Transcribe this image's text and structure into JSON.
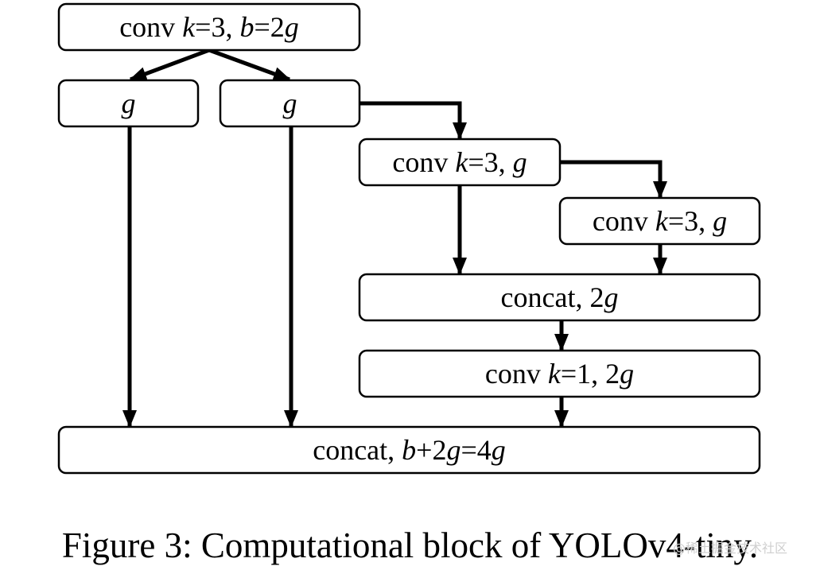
{
  "diagram": {
    "nodes": [
      {
        "id": "conv-k3-b2g",
        "parts": [
          {
            "t": "conv "
          },
          {
            "t": "k",
            "i": true
          },
          {
            "t": "=3, "
          },
          {
            "t": "b",
            "i": true
          },
          {
            "t": "=2"
          },
          {
            "t": "g",
            "i": true
          }
        ]
      },
      {
        "id": "split-g-left",
        "parts": [
          {
            "t": "g",
            "i": true
          }
        ]
      },
      {
        "id": "split-g-right",
        "parts": [
          {
            "t": "g",
            "i": true
          }
        ]
      },
      {
        "id": "conv-k3-g-a",
        "parts": [
          {
            "t": "conv "
          },
          {
            "t": "k",
            "i": true
          },
          {
            "t": "=3, "
          },
          {
            "t": "g",
            "i": true
          }
        ]
      },
      {
        "id": "conv-k3-g-b",
        "parts": [
          {
            "t": "conv "
          },
          {
            "t": "k",
            "i": true
          },
          {
            "t": "=3, "
          },
          {
            "t": "g",
            "i": true
          }
        ]
      },
      {
        "id": "concat-2g",
        "parts": [
          {
            "t": "concat, 2"
          },
          {
            "t": "g",
            "i": true
          }
        ]
      },
      {
        "id": "conv-k1-2g",
        "parts": [
          {
            "t": "conv "
          },
          {
            "t": "k",
            "i": true
          },
          {
            "t": "=1, 2"
          },
          {
            "t": "g",
            "i": true
          }
        ]
      },
      {
        "id": "concat-final",
        "parts": [
          {
            "t": "concat, "
          },
          {
            "t": "b",
            "i": true
          },
          {
            "t": "+2"
          },
          {
            "t": "g",
            "i": true
          },
          {
            "t": "=4"
          },
          {
            "t": "g",
            "i": true
          }
        ]
      }
    ],
    "edges": [
      {
        "from": "conv-k3-b2g",
        "to": "split-g-left"
      },
      {
        "from": "conv-k3-b2g",
        "to": "split-g-right"
      },
      {
        "from": "split-g-right",
        "to": "conv-k3-g-a"
      },
      {
        "from": "conv-k3-g-a",
        "to": "conv-k3-g-b"
      },
      {
        "from": "conv-k3-g-a",
        "to": "concat-2g"
      },
      {
        "from": "conv-k3-g-b",
        "to": "concat-2g"
      },
      {
        "from": "concat-2g",
        "to": "conv-k1-2g"
      },
      {
        "from": "split-g-left",
        "to": "concat-final"
      },
      {
        "from": "split-g-right",
        "to": "concat-final"
      },
      {
        "from": "conv-k1-2g",
        "to": "concat-final"
      }
    ]
  },
  "caption": "Figure 3: Computational block of YOLOv4-tiny.",
  "watermark": "@稀土掘金技术社区"
}
